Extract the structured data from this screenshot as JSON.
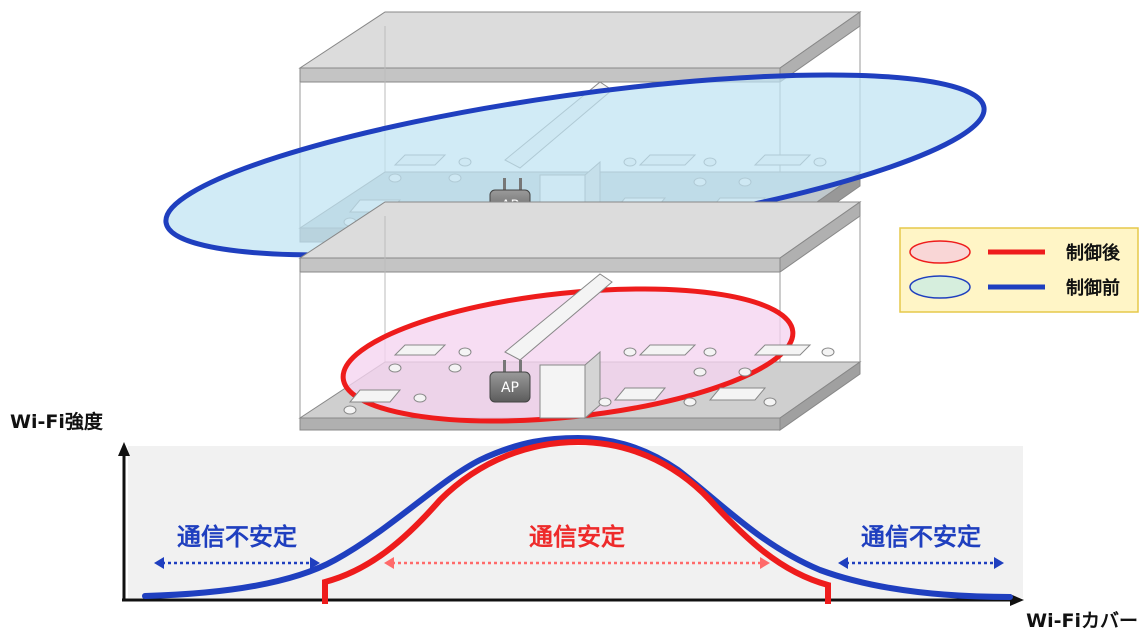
{
  "y_axis_label": "Wi-Fi強度",
  "x_axis_label": "Wi-Fiカバー",
  "zones": {
    "left": "通信不安定",
    "center": "通信安定",
    "right": "通信不安定"
  },
  "legend": {
    "after": "制御後",
    "before": "制御前"
  },
  "ap_label": "AP",
  "colors": {
    "before": "#1f3fbf",
    "after": "#ee1c1c",
    "before_fill": "#bfe3f2",
    "after_fill": "#f5d3ef",
    "legend_bg": "#fff5c6",
    "stable_text": "#ee2a2a",
    "unstable_text": "#1f3fbf"
  }
}
